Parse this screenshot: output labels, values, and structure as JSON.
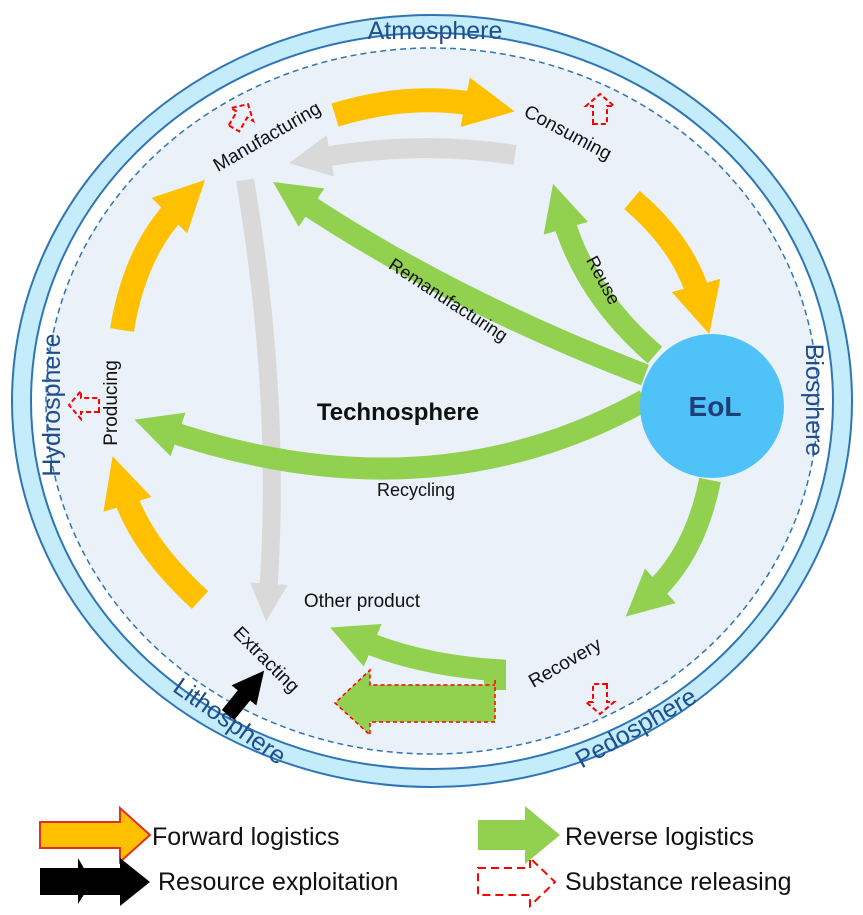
{
  "spheres": {
    "atmosphere": "Atmosphere",
    "biosphere": "Biosphere",
    "pedosphere": "Pedosphere",
    "lithosphere": "Lithosphere",
    "hydrosphere": "Hydrosphere"
  },
  "center_label": "Technosphere",
  "eol": "EoL",
  "nodes": {
    "manufacturing": "Manufacturing",
    "consuming": "Consuming",
    "producing": "Producing",
    "extracting": "Extracting",
    "other_product": "Other product",
    "recovery": "Recovery"
  },
  "flows": {
    "remanufacturing": "Remanufacturing",
    "reuse": "Reuse",
    "recycling": "Recycling"
  },
  "legend": {
    "forward": "Forward logistics",
    "reverse": "Reverse logistics",
    "resource": "Resource exploitation",
    "substance": "Substance releasing"
  },
  "colors": {
    "forward": "#ffc000",
    "reverse": "#92d050",
    "return": "#d9d9d9",
    "resource": "#000000",
    "substance": "#ff0000",
    "eol": "#4fc3f7",
    "ring": "#c5ecfb",
    "ring_line": "#2e75b6"
  }
}
